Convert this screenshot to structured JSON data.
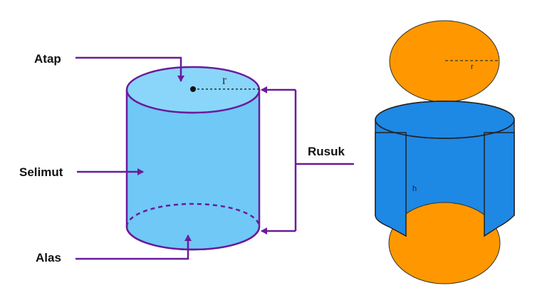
{
  "labels": {
    "top": "Atap",
    "lateral": "Selimut",
    "base": "Alas",
    "edge": "Rusuk"
  },
  "symbols": {
    "radius_left": "r",
    "radius_net": "r",
    "height_net": "h"
  },
  "colors": {
    "cylinder_fill": "#6fc8f5",
    "cylinder_top": "#8ad6fa",
    "outline": "#6a1b9a",
    "net_blue": "#1e88e5",
    "net_orange": "#ff9800",
    "arrow": "#6a1b9a"
  }
}
